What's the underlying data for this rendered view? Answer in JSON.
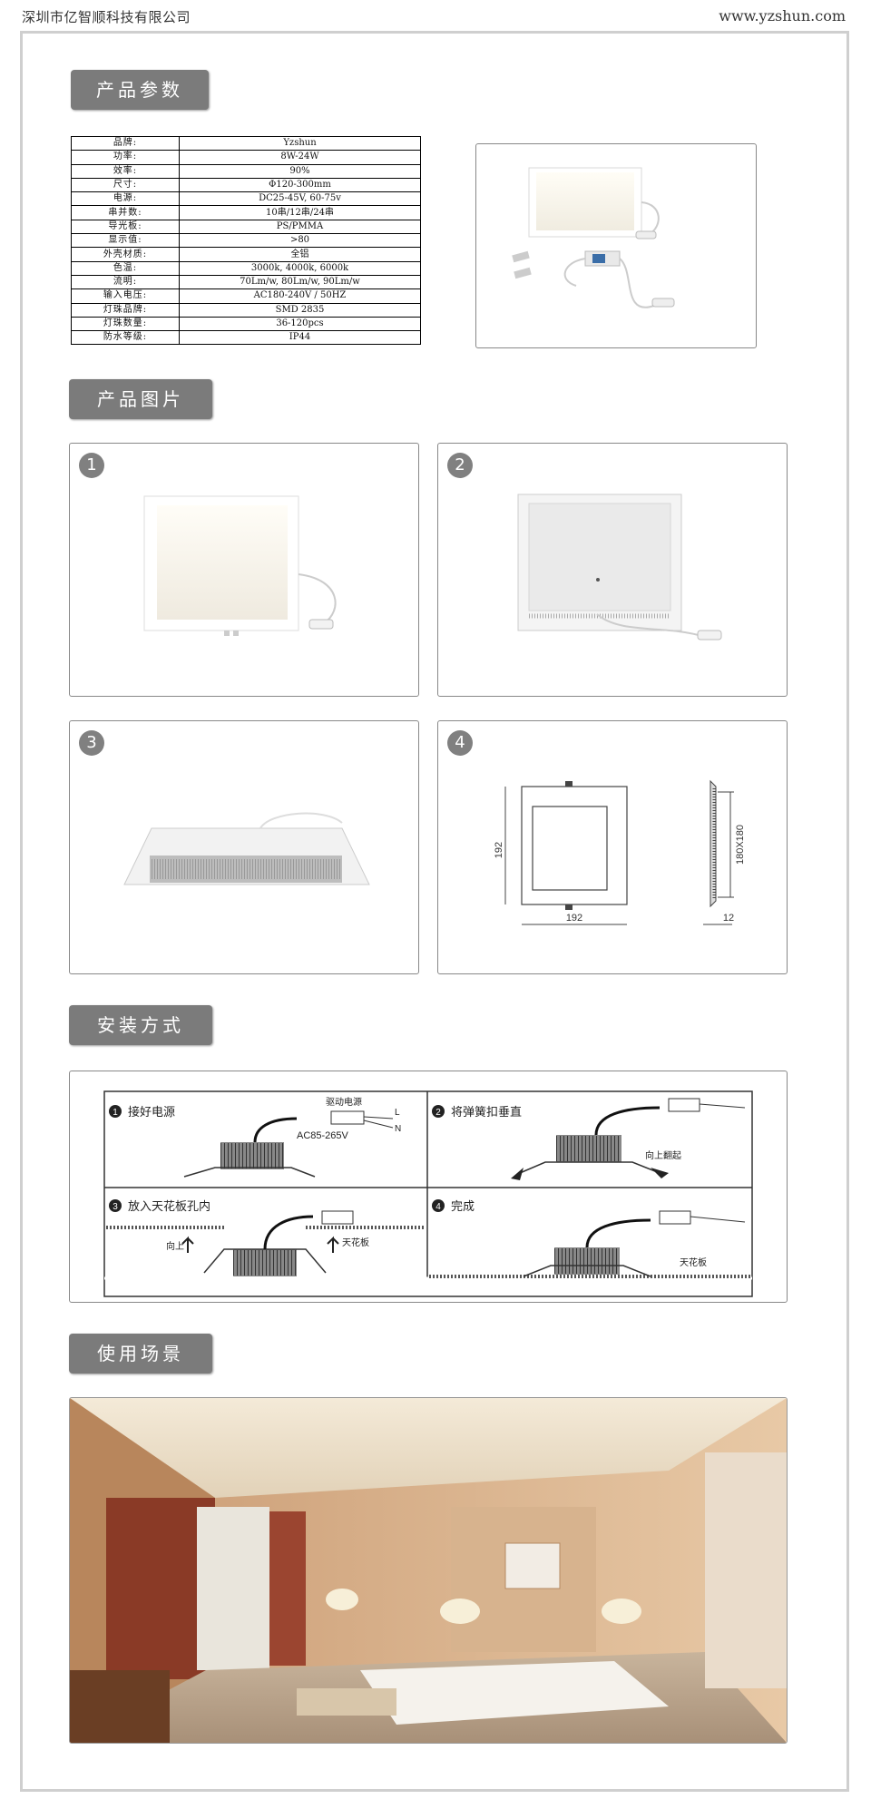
{
  "header": {
    "company": "深圳市亿智顺科技有限公司",
    "url": "www.yzshun.com"
  },
  "sections": {
    "params": "产品参数",
    "pictures": "产品图片",
    "install": "安装方式",
    "scene": "使用场景"
  },
  "specs": [
    {
      "k": "品牌:",
      "v": "Yzshun"
    },
    {
      "k": "功率:",
      "v": "8W-24W"
    },
    {
      "k": "效率:",
      "v": "90%"
    },
    {
      "k": "尺寸:",
      "v": "Φ120-300mm"
    },
    {
      "k": "电源:",
      "v": "DC25-45V, 60-75v"
    },
    {
      "k": "串并数:",
      "v": "10串/12串/24串"
    },
    {
      "k": "导光板:",
      "v": "PS/PMMA"
    },
    {
      "k": "显示值:",
      "v": ">80"
    },
    {
      "k": "外壳材质:",
      "v": "全铝"
    },
    {
      "k": "色温:",
      "v": "3000k, 4000k, 6000k"
    },
    {
      "k": "流明:",
      "v": "70Lm/w, 80Lm/w, 90Lm/w"
    },
    {
      "k": "输入电压:",
      "v": "AC180-240V / 50HZ"
    },
    {
      "k": "灯珠品牌:",
      "v": "SMD 2835"
    },
    {
      "k": "灯珠数量:",
      "v": "36-120pcs"
    },
    {
      "k": "防水等级:",
      "v": "IP44"
    }
  ],
  "pictures": {
    "n1": "1",
    "n2": "2",
    "n3": "3",
    "n4": "4",
    "dim_h": "192",
    "dim_w": "192",
    "dim_cut": "180X180",
    "dim_depth": "12"
  },
  "install_steps": {
    "s1_num": "1",
    "s1": "接好电源",
    "s1_driver": "驱动电源",
    "s1_ac": "AC85-265V",
    "s1_l": "L",
    "s1_n": "N",
    "s2_num": "2",
    "s2": "将弹簧扣垂直",
    "s2_note": "向上翻起",
    "s3_num": "3",
    "s3": "放入天花板孔内",
    "s3_up": "向上",
    "s3_ceiling": "天花板",
    "s4_num": "4",
    "s4": "完成",
    "s4_ceiling": "天花板"
  }
}
